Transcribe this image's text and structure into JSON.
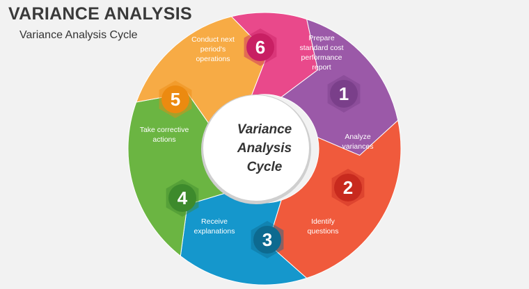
{
  "header": {
    "title": "VARIANCE ANALYSIS",
    "subtitle": "Variance Analysis Cycle"
  },
  "center": {
    "lines": [
      "Variance",
      "Analysis",
      "Cycle"
    ]
  },
  "steps": [
    {
      "number": "1",
      "lines": [
        "Prepare",
        "standard cost",
        "performance",
        "report"
      ],
      "color": "#9b59a8",
      "badge_color": "#7a3f8a"
    },
    {
      "number": "2",
      "lines": [
        "Analyze",
        "variances"
      ],
      "color": "#f05a3c",
      "badge_color": "#c82a1e"
    },
    {
      "number": "3",
      "lines": [
        "Identify",
        "questions"
      ],
      "color": "#1597cc",
      "badge_color": "#0d6a90"
    },
    {
      "number": "4",
      "lines": [
        "Receive",
        "explanations"
      ],
      "color": "#6bb542",
      "badge_color": "#3d8a2c"
    },
    {
      "number": "5",
      "lines": [
        "Take corrective",
        "actions"
      ],
      "color": "#f7ab45",
      "badge_color": "#ec8a10"
    },
    {
      "number": "6",
      "lines": [
        "Conduct next",
        "period's",
        "operations"
      ],
      "color": "#e9498b",
      "badge_color": "#c81f63"
    }
  ]
}
